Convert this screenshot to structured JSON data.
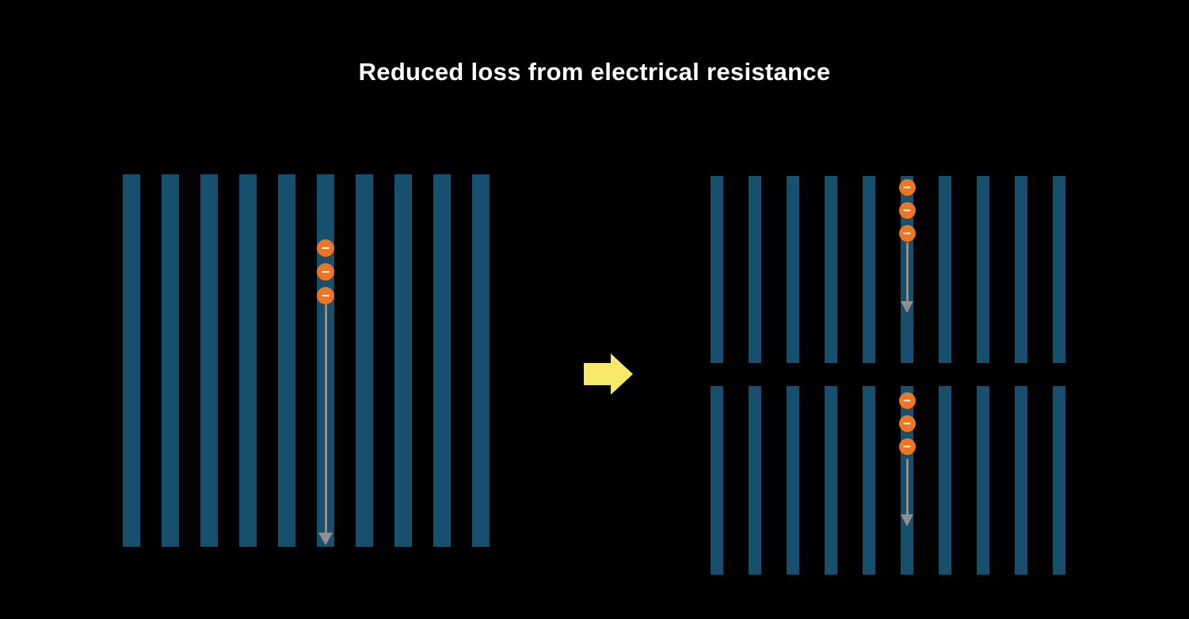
{
  "title": "Reduced loss from electrical resistance",
  "electron_symbol": "−",
  "colors": {
    "background": "#000000",
    "bar": "#17506f",
    "electron": "#ee7522",
    "flow_arrow": "#8f8f8f",
    "transition_arrow": "#f8e96a",
    "title_text": "#ffffff"
  },
  "panels": [
    {
      "id": "before",
      "bar_count": 10,
      "electron_bar_index": 5,
      "electron_count": 3,
      "flow_arrow": true
    },
    {
      "id": "after_top",
      "bar_count": 10,
      "electron_bar_index": 5,
      "electron_count": 3,
      "flow_arrow": true
    },
    {
      "id": "after_bottom",
      "bar_count": 10,
      "electron_bar_index": 5,
      "electron_count": 3,
      "flow_arrow": true
    }
  ]
}
